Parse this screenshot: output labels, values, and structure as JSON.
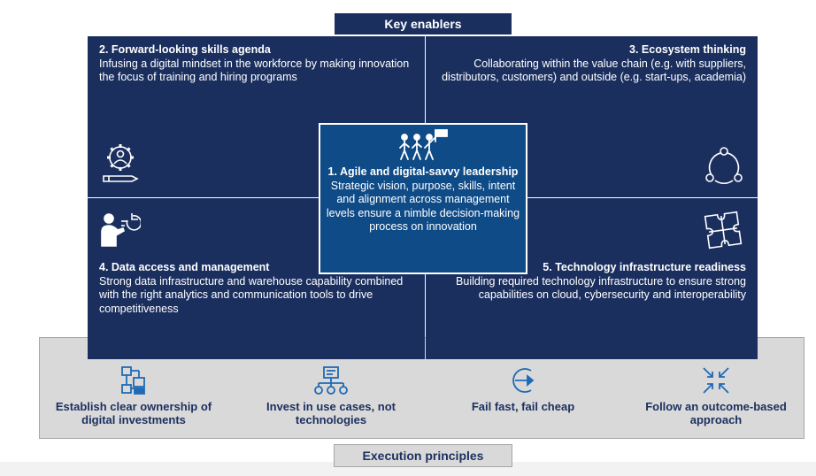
{
  "header": {
    "key_enablers_label": "Key enablers"
  },
  "footer": {
    "execution_principles_label": "Execution principles"
  },
  "center": {
    "title": "1. Agile and digital-savvy leadership",
    "description": "Strategic vision, purpose, skills, intent and alignment across management levels ensure a nimble decision-making process on innovation",
    "icon": "people-marching-icon"
  },
  "quadrants": {
    "q2": {
      "title": "2. Forward-looking skills agenda",
      "description": "Infusing a digital mindset in the workforce by making innovation the focus of training and hiring programs",
      "icon": "person-gear-pencil-icon"
    },
    "q3": {
      "title": "3. Ecosystem thinking",
      "description": "Collaborating within the value chain (e.g. with suppliers, distributors, customers) and outside (e.g. start-ups, academia)",
      "icon": "network-cycle-icon"
    },
    "q4": {
      "title": "4. Data access and management",
      "description": "Strong data infrastructure and warehouse capability combined with the right analytics and communication tools to drive competitiveness",
      "icon": "presenter-chart-icon"
    },
    "q5": {
      "title": "5. Technology infrastructure readiness",
      "description": "Building required technology infrastructure to ensure strong capabilities on cloud, cybersecurity and interoperability",
      "icon": "puzzle-icon"
    }
  },
  "principles": [
    {
      "label": "Establish clear ownership of digital investments",
      "icon": "ownership-flow-icon"
    },
    {
      "label": "Invest in use cases, not technologies",
      "icon": "hierarchy-icon"
    },
    {
      "label": "Fail fast, fail cheap",
      "icon": "circle-arrow-icon"
    },
    {
      "label": "Follow an outcome-based approach",
      "icon": "converge-arrows-icon"
    }
  ],
  "colors": {
    "navy": "#1b2f5f",
    "center_blue": "#0f4b87",
    "band_gray": "#d9d9d9",
    "icon_blue": "#1f6ab5"
  }
}
